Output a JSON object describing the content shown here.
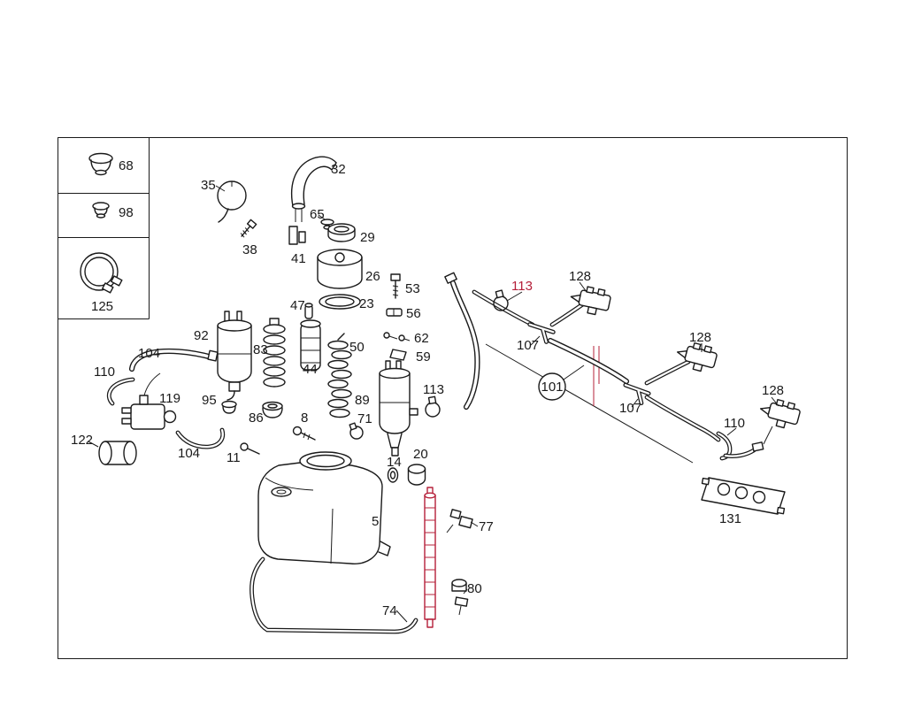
{
  "colors": {
    "line": "#1a1a1a",
    "red": "#b5203a",
    "background": "#ffffff"
  },
  "callouts": {
    "c68": "68",
    "c98": "98",
    "c125": "125",
    "c35": "35",
    "c32": "32",
    "c38": "38",
    "c41": "41",
    "c65": "65",
    "c29": "29",
    "c26": "26",
    "c23": "23",
    "c53": "53",
    "c56": "56",
    "c62": "62",
    "c59": "59",
    "c47": "47",
    "c92": "92",
    "c83": "83",
    "c104a": "104",
    "c110a": "110",
    "c119": "119",
    "c95": "95",
    "c86": "86",
    "c44": "44",
    "c50": "50",
    "c8": "8",
    "c71": "71",
    "c89": "89",
    "c113a": "113",
    "c113b": "113",
    "c107a": "107",
    "c107b": "107",
    "c128a": "128",
    "c128b": "128",
    "c128c": "128",
    "c101": "101",
    "c110b": "110",
    "c122": "122",
    "c104b": "104",
    "c11": "11",
    "c14": "14",
    "c20": "20",
    "c5": "5",
    "c77": "77",
    "c74": "74",
    "c80": "80",
    "c131": "131"
  }
}
